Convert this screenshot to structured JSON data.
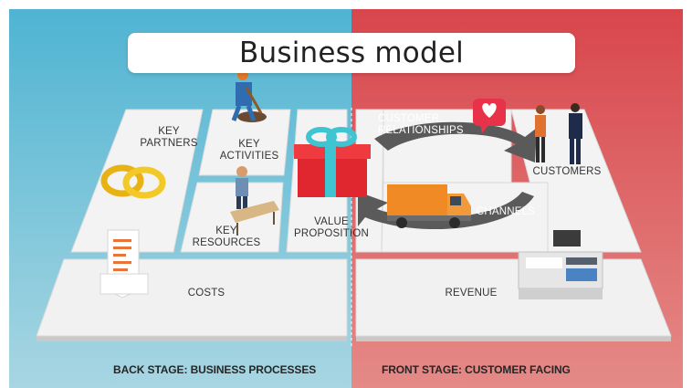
{
  "title": "Business model",
  "blocks": {
    "key_partners": [
      "KEY",
      "PARTNERS"
    ],
    "key_activities": [
      "KEY",
      "ACTIVITIES"
    ],
    "key_resources": [
      "KEY",
      "RESOURCES"
    ],
    "value_proposition": [
      "VALUE",
      "PROPOSITION"
    ],
    "customer_relationships": [
      "CUSTOMER",
      "RELATIONSHIPS"
    ],
    "customers": "CUSTOMERS",
    "channels": "CHANNELS",
    "costs": "COSTS",
    "revenue": "REVENUE"
  },
  "footer": {
    "back_stage": "BACK STAGE: BUSINESS PROCESSES",
    "front_stage": "FRONT STAGE: CUSTOMER FACING"
  },
  "colors": {
    "back_stage_bg": "#5cb9d4",
    "front_stage_bg": "#d8555b",
    "tile": "#f3f3f3",
    "tile_edge": "#cfcfcf",
    "arrow": "#5b5b5b",
    "gift": "#e53935",
    "ribbon": "#40c4d4",
    "truck": "#f08a24",
    "rings": "#f2c21b"
  },
  "icons": [
    "worker-digging-icon",
    "gold-rings-icon",
    "presenter-icon",
    "gift-box-icon",
    "heart-bubble-icon",
    "customers-icon",
    "delivery-truck-icon",
    "cycle-arrows-icon",
    "receipt-icon",
    "cash-register-icon"
  ]
}
